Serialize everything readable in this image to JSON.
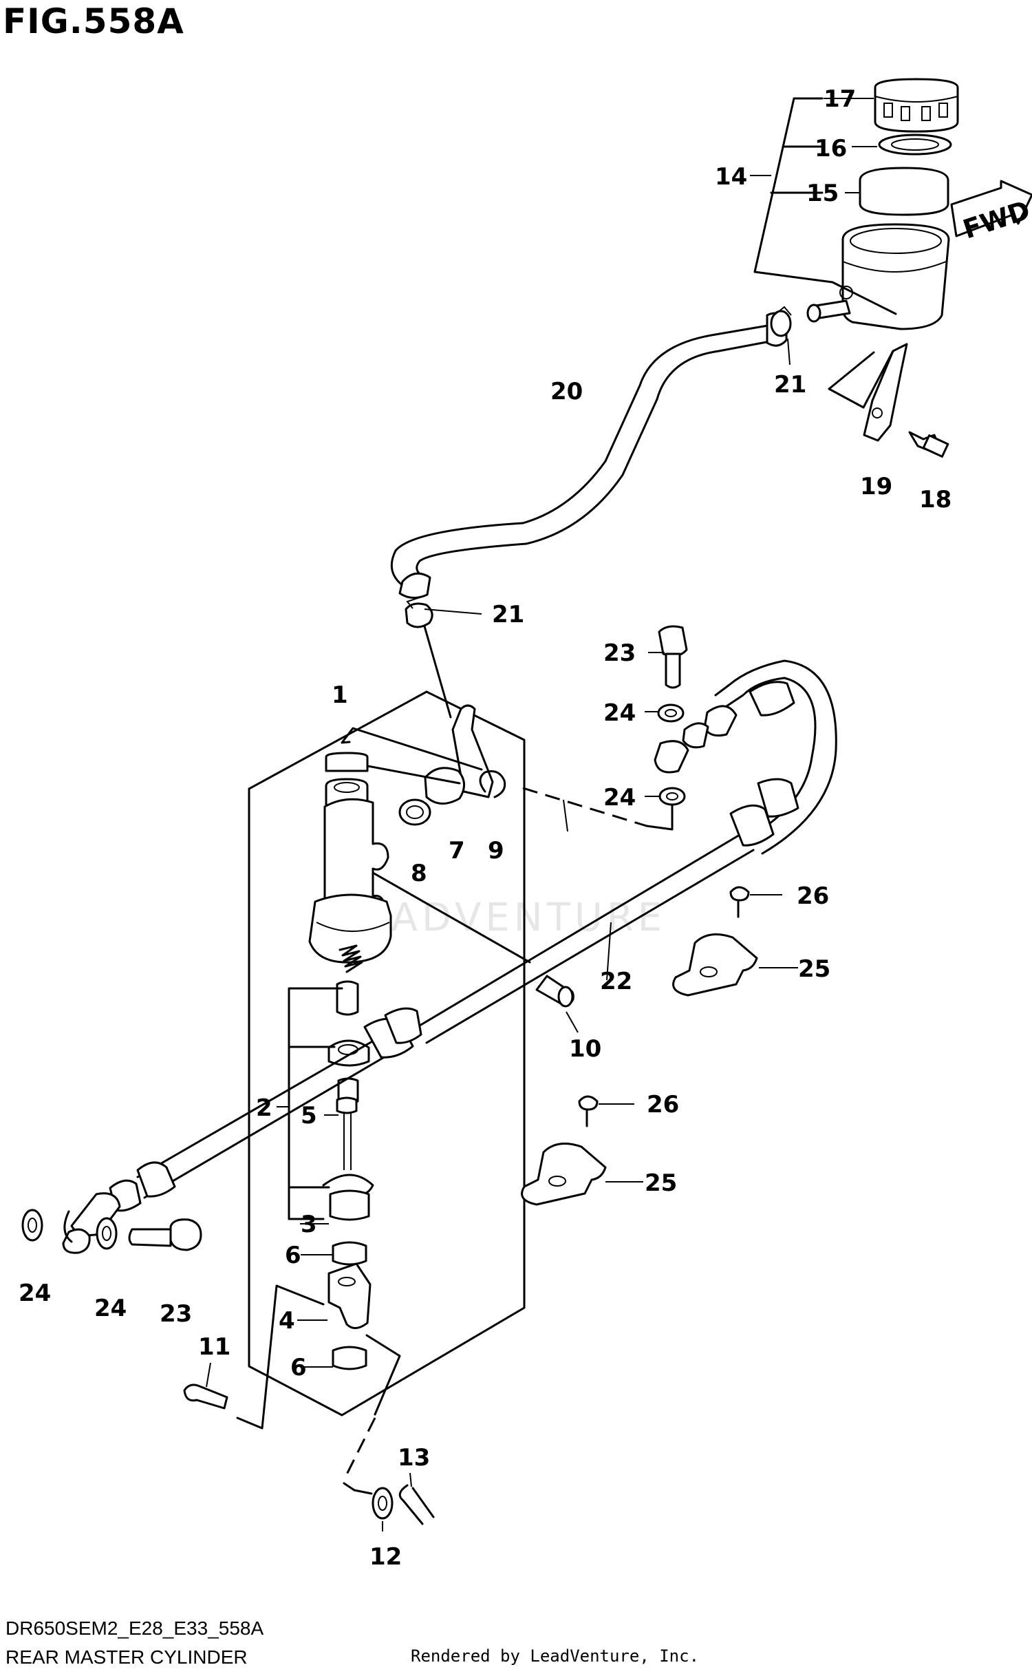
{
  "figure": {
    "title": "FIG.558A",
    "code": "DR650SEM2_E28_E33_558A",
    "name": "REAR MASTER CYLINDER",
    "credit": "Rendered by LeadVenture, Inc.",
    "watermark": "LEADVENTURE",
    "direction_badge": "FWD"
  },
  "callouts": {
    "c1": "1",
    "c2": "2",
    "c3": "3",
    "c4": "4",
    "c5": "5",
    "c6a": "6",
    "c6b": "6",
    "c7": "7",
    "c8": "8",
    "c9": "9",
    "c10": "10",
    "c11": "11",
    "c12": "12",
    "c13": "13",
    "c14": "14",
    "c15": "15",
    "c16": "16",
    "c17": "17",
    "c18": "18",
    "c19": "19",
    "c20": "20",
    "c21a": "21",
    "c21b": "21",
    "c22": "22",
    "c23a": "23",
    "c23b": "23",
    "c24a": "24",
    "c24b": "24",
    "c24c": "24",
    "c24d": "24",
    "c25a": "25",
    "c25b": "25",
    "c26a": "26",
    "c26b": "26"
  }
}
